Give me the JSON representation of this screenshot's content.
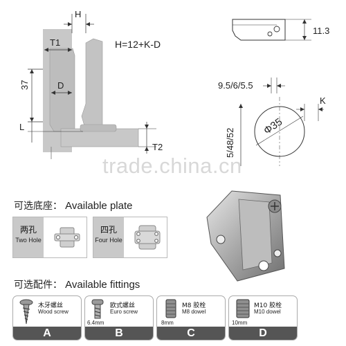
{
  "formula": "H=12+K-D",
  "dims": {
    "h": "H",
    "t1": "T1",
    "d": "D",
    "d37": "37",
    "l": "L",
    "t2": "T2",
    "d113": "11.3",
    "d955": "9.5/6/5.5",
    "k": "K",
    "d48": "5/48/52",
    "phi": "Φ35"
  },
  "watermark": "trade.china.cn",
  "plates": {
    "heading_zh": "可选底座：",
    "heading_en": "Available plate",
    "items": [
      {
        "zh": "两孔",
        "en": "Two Hole"
      },
      {
        "zh": "四孔",
        "en": "Four Hole"
      }
    ]
  },
  "fittings": {
    "heading_zh": "可选配件：",
    "heading_en": "Available fittings",
    "items": [
      {
        "zh": "木牙螺丝",
        "en": "Wood screw",
        "size": "",
        "letter": "A"
      },
      {
        "zh": "欧式螺丝",
        "en": "Euro screw",
        "size": "6.4mm",
        "letter": "B"
      },
      {
        "zh": "M8 胶栓",
        "en": "M8 dowel",
        "size": "8mm",
        "letter": "C"
      },
      {
        "zh": "M10 胶栓",
        "en": "M10 dowel",
        "size": "10mm",
        "letter": "D"
      }
    ]
  },
  "colors": {
    "wood": "#c8c8c8",
    "metal": "#b5b5b5",
    "bar": "#555555"
  }
}
